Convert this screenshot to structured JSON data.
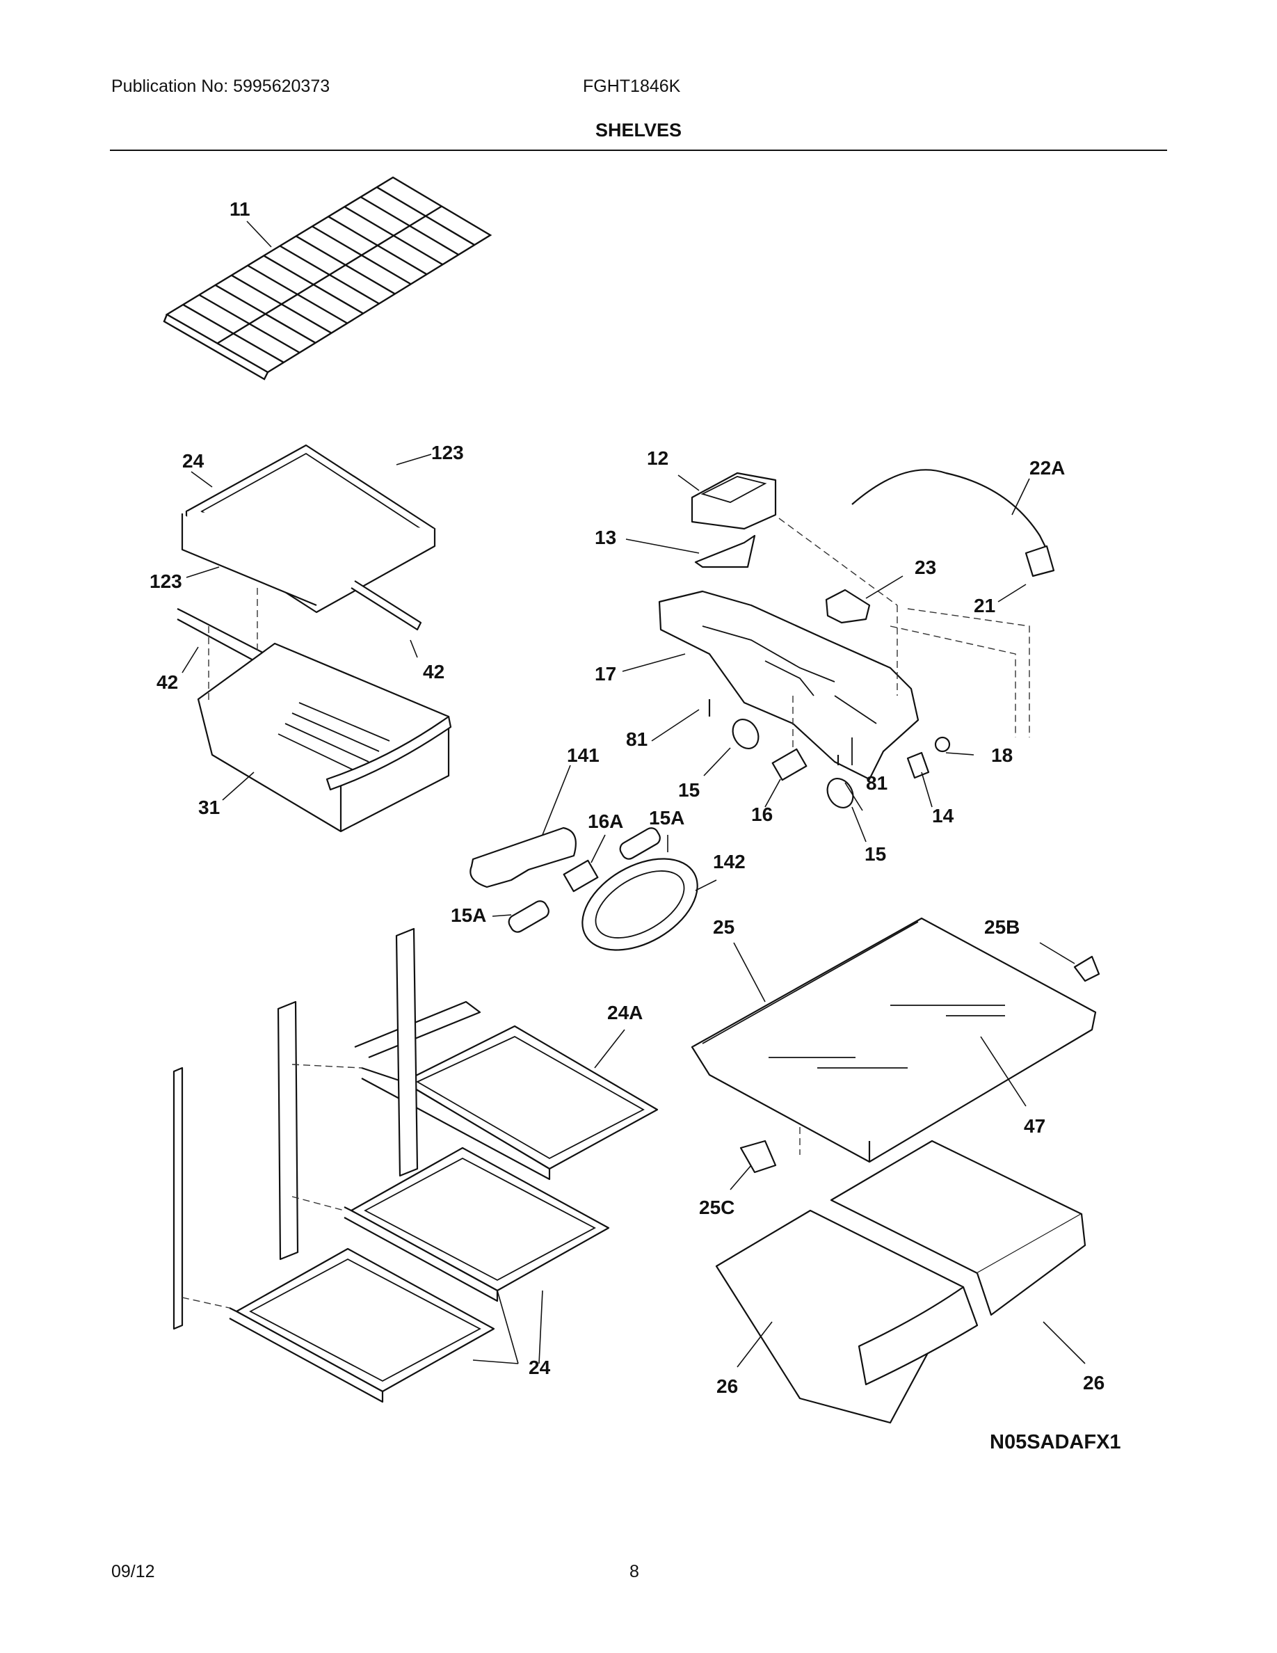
{
  "header": {
    "publication": "Publication No: 5995620373",
    "model": "FGHT1846K",
    "title": "SHELVES"
  },
  "diagram": {
    "code": "N05SADAFX1",
    "callouts": [
      "11",
      "24",
      "123",
      "123",
      "42",
      "42",
      "31",
      "12",
      "22A",
      "13",
      "23",
      "21",
      "17",
      "81",
      "81",
      "18",
      "141",
      "15",
      "16",
      "14",
      "15",
      "15A",
      "16A",
      "15A",
      "142",
      "25",
      "25B",
      "24A",
      "47",
      "25C",
      "24",
      "26",
      "26"
    ]
  },
  "footer": {
    "date": "09/12",
    "page": "8"
  }
}
